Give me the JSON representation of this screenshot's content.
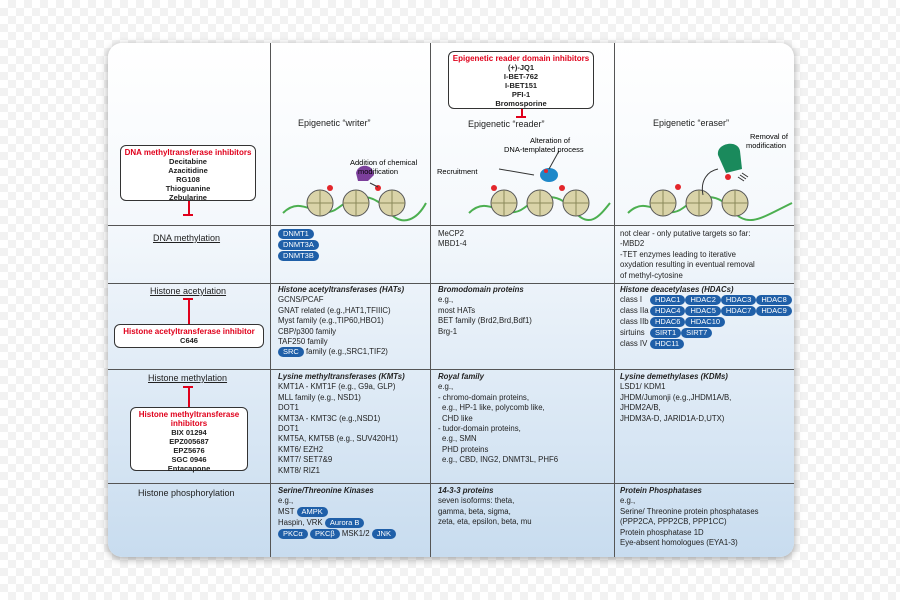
{
  "columns": {
    "writer": "Epigenetic “writer”",
    "reader": "Epigenetic “reader”",
    "eraser": "Epigenetic “eraser”"
  },
  "figure_labels": {
    "writer_note": [
      "Addition of chemical",
      "modification"
    ],
    "reader_note": [
      "Alteration of",
      "DNA-templated process"
    ],
    "recruitment": "Recruitment",
    "eraser_note": [
      "Removal of",
      "modification"
    ]
  },
  "inhibitors": {
    "reader": {
      "title": "Epigenetic reader domain inhibitors",
      "items": [
        "(+)-JQ1",
        "I-BET-762",
        "I-BET151",
        "PFI-1",
        "Bromosporine"
      ]
    },
    "dna": {
      "title": "DNA methyltransferase inhibitors",
      "items": [
        "Decitabine",
        "Azacitidine",
        "RG108",
        "Thioguanine",
        "Zebularine"
      ]
    },
    "hat": {
      "title": "Histone acetyltransferase inhibitor",
      "items": [
        "C646"
      ]
    },
    "hmt": {
      "title": [
        "Histone methyltransferase",
        "inhibitors"
      ],
      "items": [
        "BIX 01294",
        "EPZ005687",
        "EPZ5676",
        "SGC 0946",
        "Entacapone"
      ]
    }
  },
  "rows": {
    "dna_methylation": {
      "label": "DNA methylation",
      "writer_pills": [
        "DNMT1",
        "DNMT3A",
        "DNMT3B"
      ],
      "reader": [
        "MeCP2",
        "MBD1-4"
      ],
      "eraser": [
        "not clear - only putative targets so far:",
        "-MBD2",
        "-TET enzymes leading to iterative",
        "oxydation resulting in eventual removal",
        "of methyl-cytosine"
      ]
    },
    "histone_acetylation": {
      "label": "Histone acetylation",
      "writer_head": "Histone  acetyltransferases (HATs)",
      "writer": [
        "GCNS/PCAF",
        "GNAT related (e.g.,HAT1,TFIIIC)",
        "Myst family (e.g.,TIP60,HBO1)",
        "CBP/p300 family",
        "TAF250 family"
      ],
      "writer_src": "SRC",
      "writer_src_rest": " family (e.g.,SRC1,TIF2)",
      "reader_head": "Bromodomain proteins",
      "reader": [
        "e.g.,",
        "most HATs",
        "BET family (Brd2,Brd,Bdf1)",
        "Brg-1"
      ],
      "eraser_head": "Histone deacetylases (HDACs)",
      "eraser_classes": [
        {
          "label": "class I",
          "pills": [
            "HDAC1",
            "HDAC2",
            "HDAC3",
            "HDAC8"
          ]
        },
        {
          "label": "class IIa",
          "pills": [
            "HDAC4",
            "HDAC5",
            "HDAC7",
            "HDAC9"
          ]
        },
        {
          "label": "class IIb",
          "pills": [
            "HDAC6",
            "HDAC10"
          ]
        },
        {
          "label": "sirtuins",
          "pills": [
            "SIRT1",
            "SIRT7"
          ]
        },
        {
          "label": "class IV",
          "pills": [
            "HDC11"
          ]
        }
      ]
    },
    "histone_methylation": {
      "label": "Histone methylation",
      "writer_head": "Lysine methyltransferases (KMTs)",
      "writer": [
        "KMT1A - KMT1F (e.g., G9a, GLP)",
        "MLL family (e.g., NSD1)",
        "DOT1",
        "KMT3A - KMT3C (e.g.,NSD1)",
        "DOT1",
        "KMT5A, KMT5B (e.g., SUV420H1)",
        "KMT6/ EZH2",
        "KMT7/ SET7&9",
        "KMT8/ RIZ1"
      ],
      "reader_head": "Royal family",
      "reader": [
        "e.g.,",
        "- chromo-domain proteins,",
        "  e.g., HP-1 like, polycomb like,",
        "  CHD like",
        "- tudor-domain proteins,",
        "  e.g., SMN",
        "  PHD proteins",
        "  e.g., CBD, ING2, DNMT3L, PHF6"
      ],
      "eraser_head": "Lysine demethylases (KDMs)",
      "eraser": [
        "LSD1/ KDM1",
        "JHDM/Jumonji (e.g.,JHDM1A/B,",
        "JHDM2A/B,",
        "JHDM3A-D, JARID1A-D,UTX)"
      ]
    },
    "histone_phosphorylation": {
      "label": "Histone phosphorylation",
      "writer_head": "Serine/Threonine Kinases",
      "writer_eg": "e.g.,",
      "writer_mst": "MST",
      "writer_ampk": "AMPK",
      "writer_haspin": "Haspin, VRK",
      "writer_aurora": "Aurora B",
      "writer_pkca": "PKCα",
      "writer_pkcb": "PKCβ",
      "writer_msk": "MSK1/2",
      "writer_jnk": "JNK",
      "reader_head": "14-3-3 proteins",
      "reader": [
        "seven isoforms: theta,",
        "gamma, beta, sigma,",
        "zeta, eta, epsilon, beta, mu"
      ],
      "eraser_head": "Protein Phosphatases",
      "eraser": [
        "e.g.,",
        "Serine/ Threonine protein phosphatases",
        "(PPP2CA, PPP2CB, PPP1CC)",
        "Protein phosphatase 1D",
        "Eye-absent homologues (EYA1-3)"
      ]
    }
  },
  "colors": {
    "pill": "#1f5fa8",
    "inhibitor": "#e0001b",
    "nucleosome": "#d9d3a8",
    "dna": "#4caf50",
    "methyl_mark": "#e3262b"
  }
}
